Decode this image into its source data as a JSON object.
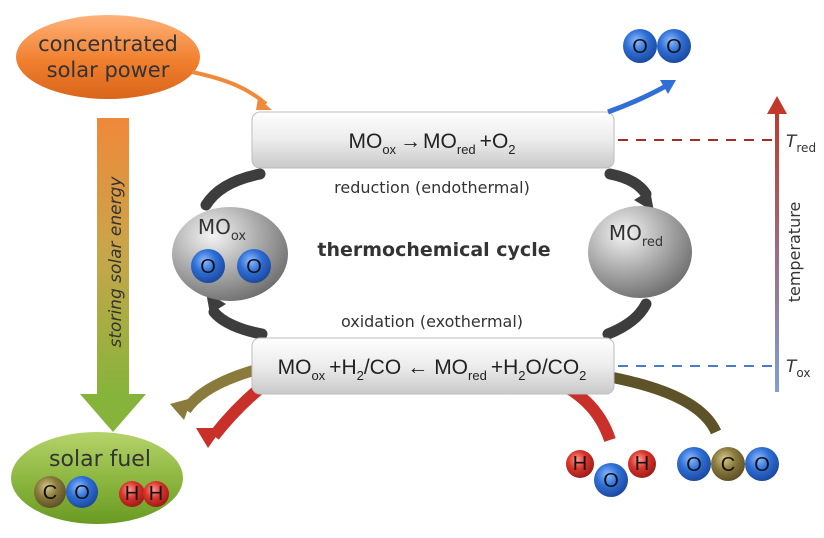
{
  "source": {
    "line1": "concentrated",
    "line2": "solar power"
  },
  "storing_label": "storing solar energy",
  "reduction_eq": {
    "mo1": "MO",
    "ox": "ox",
    "arrow": "→",
    "mo2": "MO",
    "red": "red",
    "plus": "+",
    "o2": "O",
    "two": "2"
  },
  "reduction_label": "reduction (endothermal)",
  "oxidation_eq": {
    "mo1": "MO",
    "ox": "ox",
    "plus1": "+",
    "h": "H",
    "h2sub": "2",
    "co": "/CO",
    "arrow": "←",
    "mo2": "MO",
    "red": "red",
    "plus2": "+",
    "h2o": "H",
    "h2o_sub": "2",
    "o_co": "O/CO",
    "co2_sub": "2"
  },
  "oxidation_label": "oxidation (exothermal)",
  "center_label": "thermochemical cycle",
  "mo_ox_ball": {
    "base": "MO",
    "sub": "ox",
    "atom1": "O",
    "atom2": "O"
  },
  "mo_red_ball": {
    "base": "MO",
    "sub": "red"
  },
  "o2_molecule": {
    "atom1": "O",
    "atom2": "O"
  },
  "solar_fuel": {
    "title": "solar fuel",
    "c": "C",
    "o": "O",
    "h1": "H",
    "h2": "H"
  },
  "water": {
    "h1": "H",
    "o": "O",
    "h2": "H"
  },
  "co2": {
    "o1": "O",
    "c": "C",
    "o2": "O"
  },
  "temperature": {
    "axis_label": "temperature",
    "t_red": "T",
    "t_red_sub": "red",
    "t_ox": "T",
    "t_ox_sub": "ox"
  },
  "colors": {
    "orange": "#f08a3a",
    "green": "#8cb43c",
    "blue_atom": "#2f6fd6",
    "red_atom": "#d9342b",
    "olive_atom": "#8a7a3c",
    "red_dash": "#a52a2a",
    "blue_dash": "#4a7cc4"
  }
}
